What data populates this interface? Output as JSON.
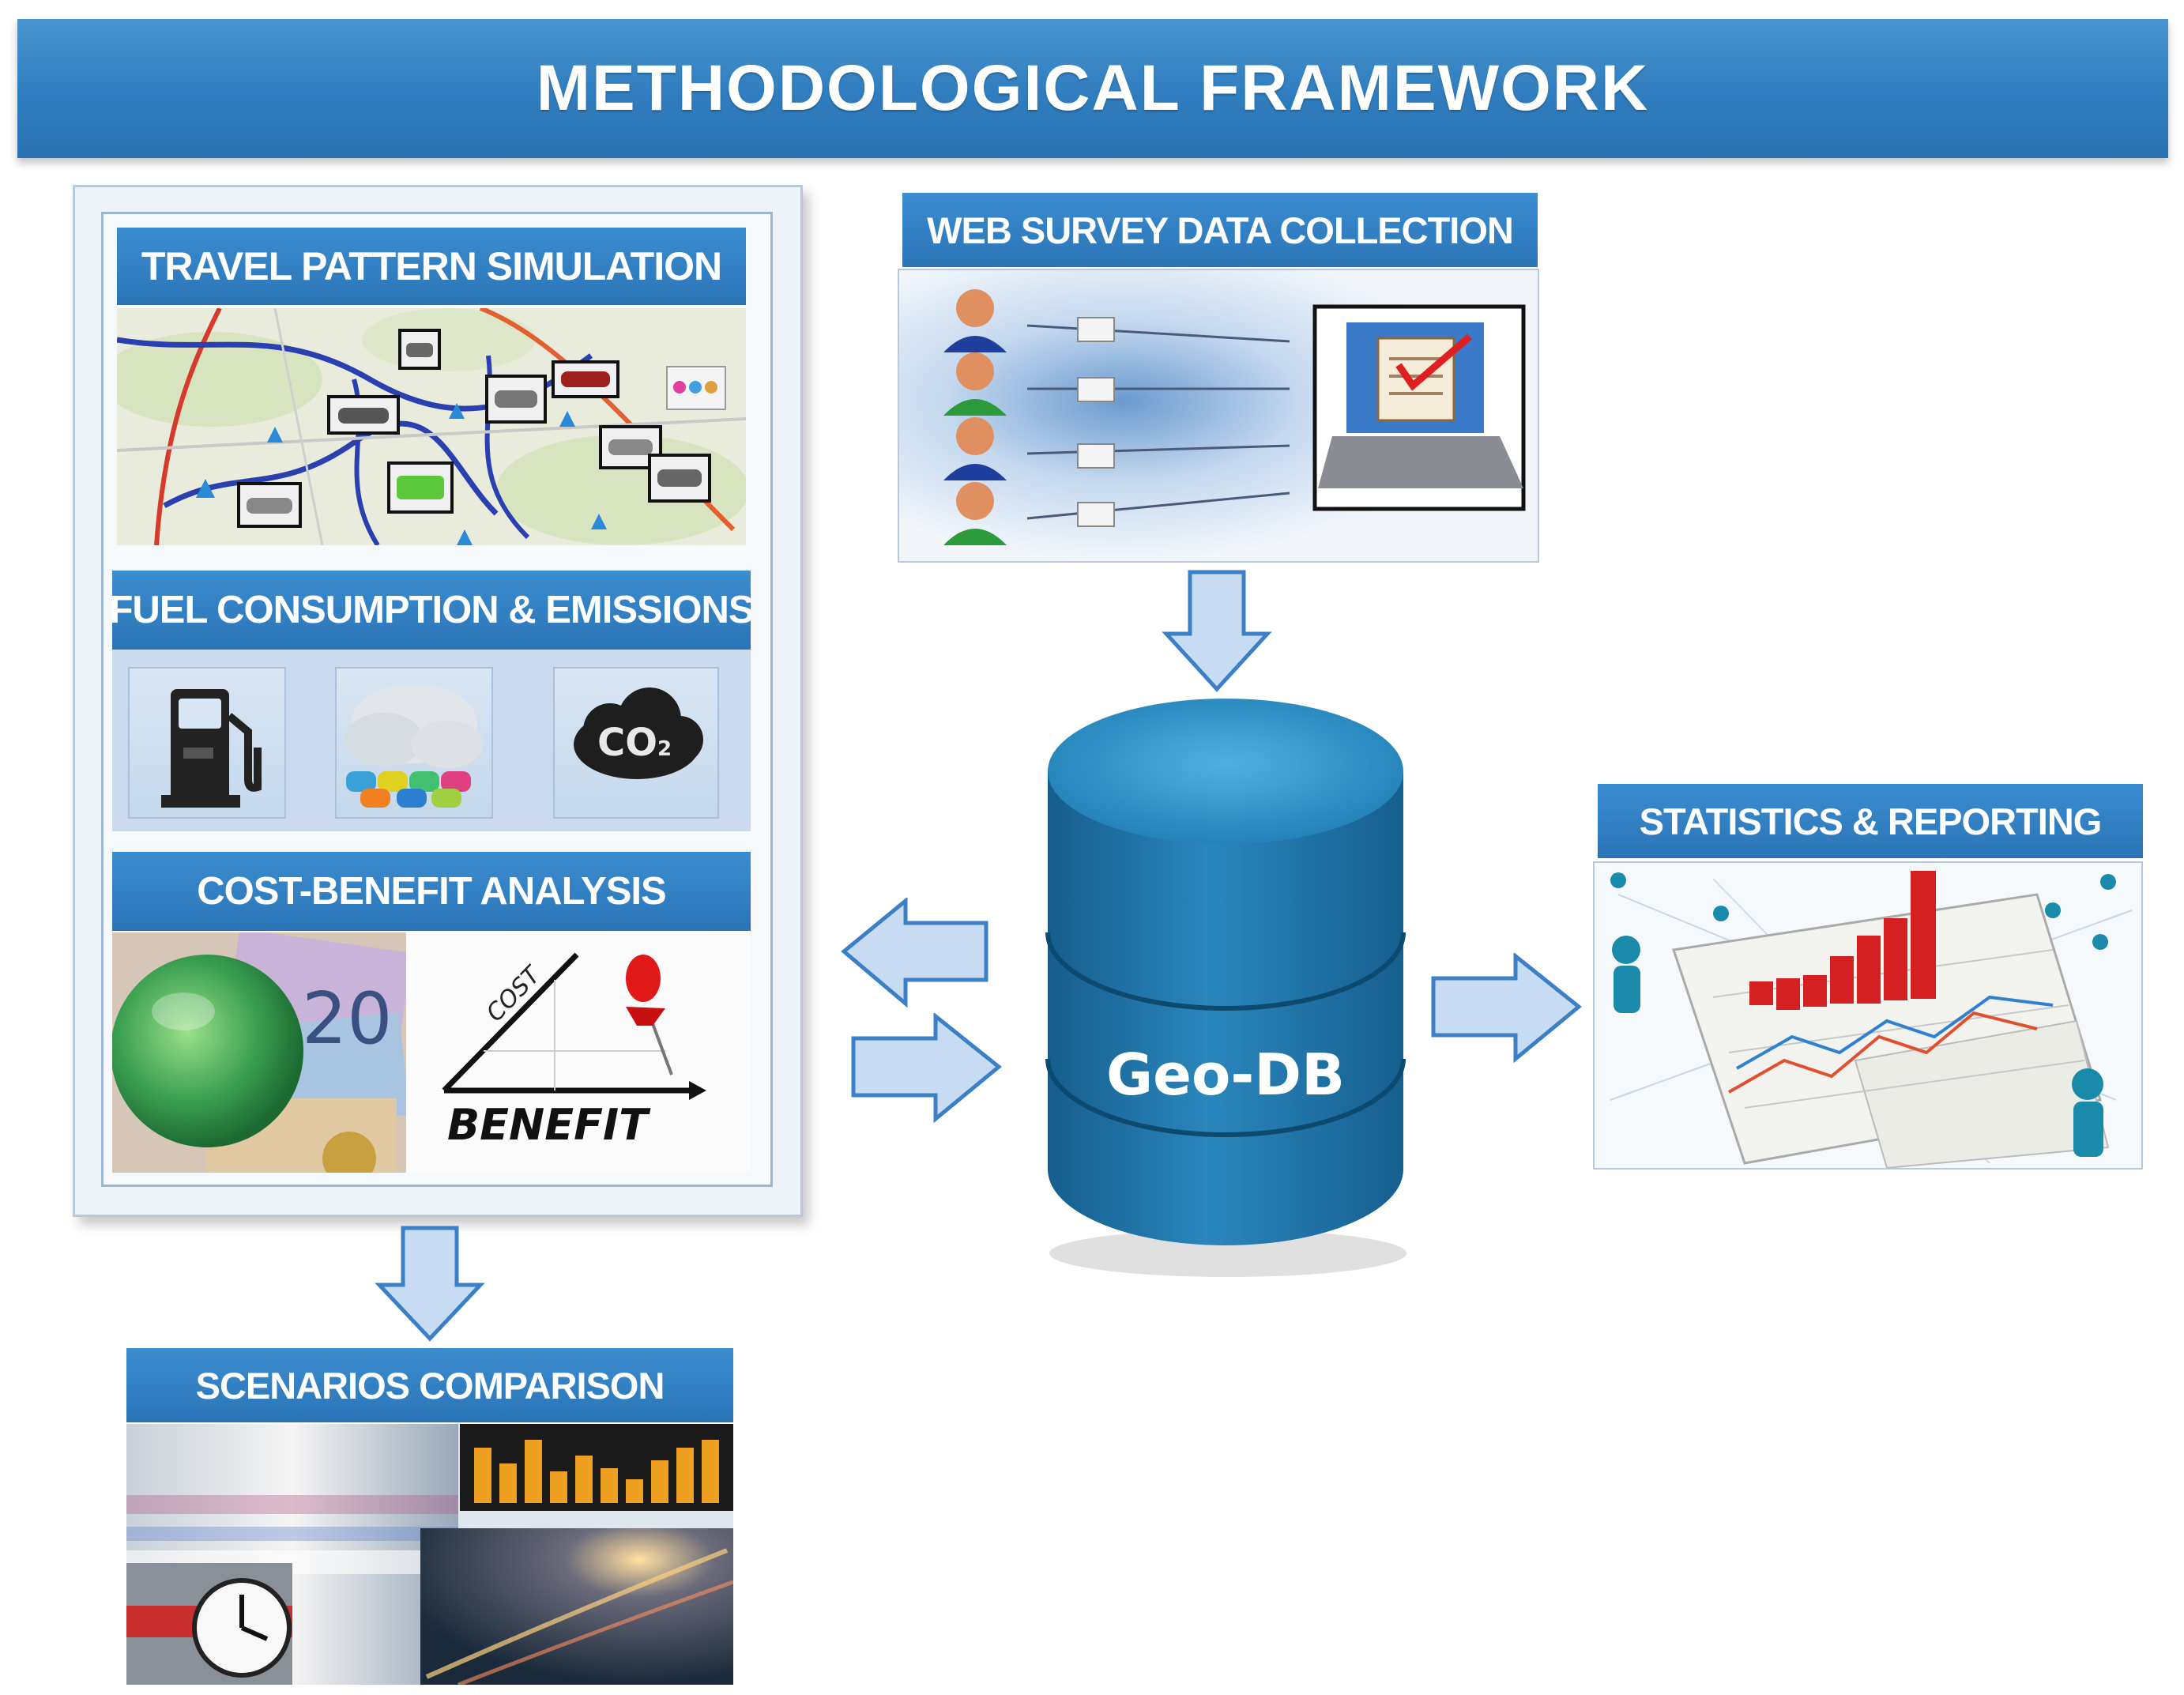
{
  "title": "METHODOLOGICAL FRAMEWORK",
  "modules": {
    "travel": "TRAVEL PATTERN SIMULATION",
    "fuel": "FUEL CONSUMPTION & EMISSIONS",
    "cba": "COST-BENEFIT ANALYSIS",
    "cba_axis_label": "BENEFIT",
    "cba_axis_label2": "COST",
    "cba_note_value": "20",
    "co2_label": "CO",
    "co2_sub": "2",
    "survey": "WEB SURVEY DATA COLLECTION",
    "database": "Geo-DB",
    "stats": "STATISTICS & REPORTING",
    "scenarios": "SCENARIOS COMPARISON"
  },
  "colors": {
    "header_blue": "#2f7dbf",
    "db_blue": "#1f74a8",
    "arrow_fill": "#c7dcf3",
    "arrow_stroke": "#3b7fc6",
    "bar_red": "#d42020",
    "bar_orange": "#f0a020"
  }
}
